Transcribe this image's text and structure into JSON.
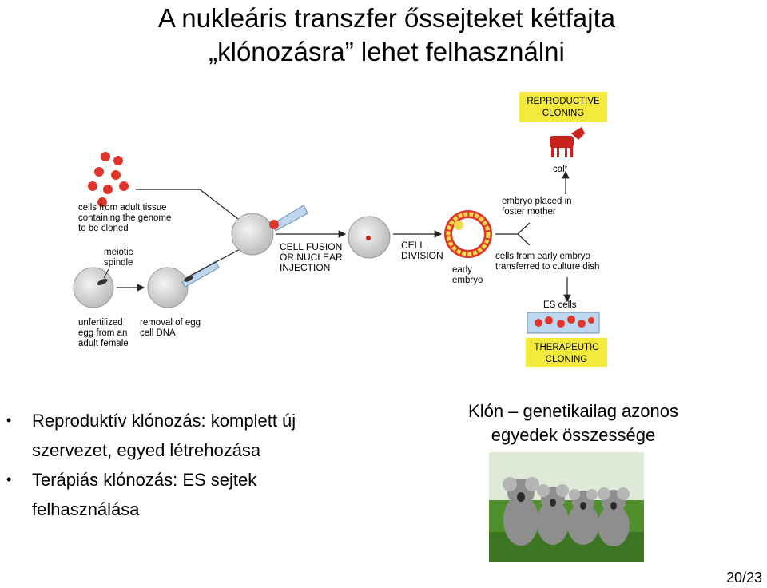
{
  "slide": {
    "title_line1": "A nukleáris transzfer őssejteket kétfajta",
    "title_line2": "„klónozásra” lehet felhasználni",
    "bullets": [
      {
        "line1": "Reproduktív klónozás: komplett új",
        "line2": "szervezet, egyed létrehozása"
      },
      {
        "line1": "Terápiás klónozás: ES sejtek",
        "line2": "felhasználása"
      }
    ],
    "definition_line1": "Klón – genetikailag azonos",
    "definition_line2": "egyedek összessége",
    "page_number": "20/23"
  },
  "diagram": {
    "cells_label": [
      "cells from adult tissue",
      "containing the genome",
      "to be cloned"
    ],
    "spindle_label": [
      "meiotic",
      "spindle"
    ],
    "egg_label": [
      "unfertilized",
      "egg from an",
      "adult female"
    ],
    "removal_label": [
      "removal of egg",
      "cell DNA"
    ],
    "fusion_label": [
      "CELL FUSION",
      "OR NUCLEAR",
      "INJECTION"
    ],
    "division_label": [
      "CELL",
      "DIVISION"
    ],
    "embryo_label": [
      "early",
      "embryo"
    ],
    "foster_label": [
      "embryo placed in",
      "foster mother"
    ],
    "culture_label": [
      "cells from early embryo",
      "transferred to culture dish"
    ],
    "calf_label": "calf",
    "es_label": "ES cells",
    "reproductive_label": [
      "REPRODUCTIVE",
      "CLONING"
    ],
    "therapeutic_label": [
      "THERAPEUTIC",
      "CLONING"
    ],
    "colors": {
      "yellow_box": "#f3ea3c",
      "cell_red": "#e0352b",
      "calf_red": "#c8231c",
      "embryo_yellow": "#f4d94a",
      "dish_blue": "#bcd7ee"
    }
  }
}
